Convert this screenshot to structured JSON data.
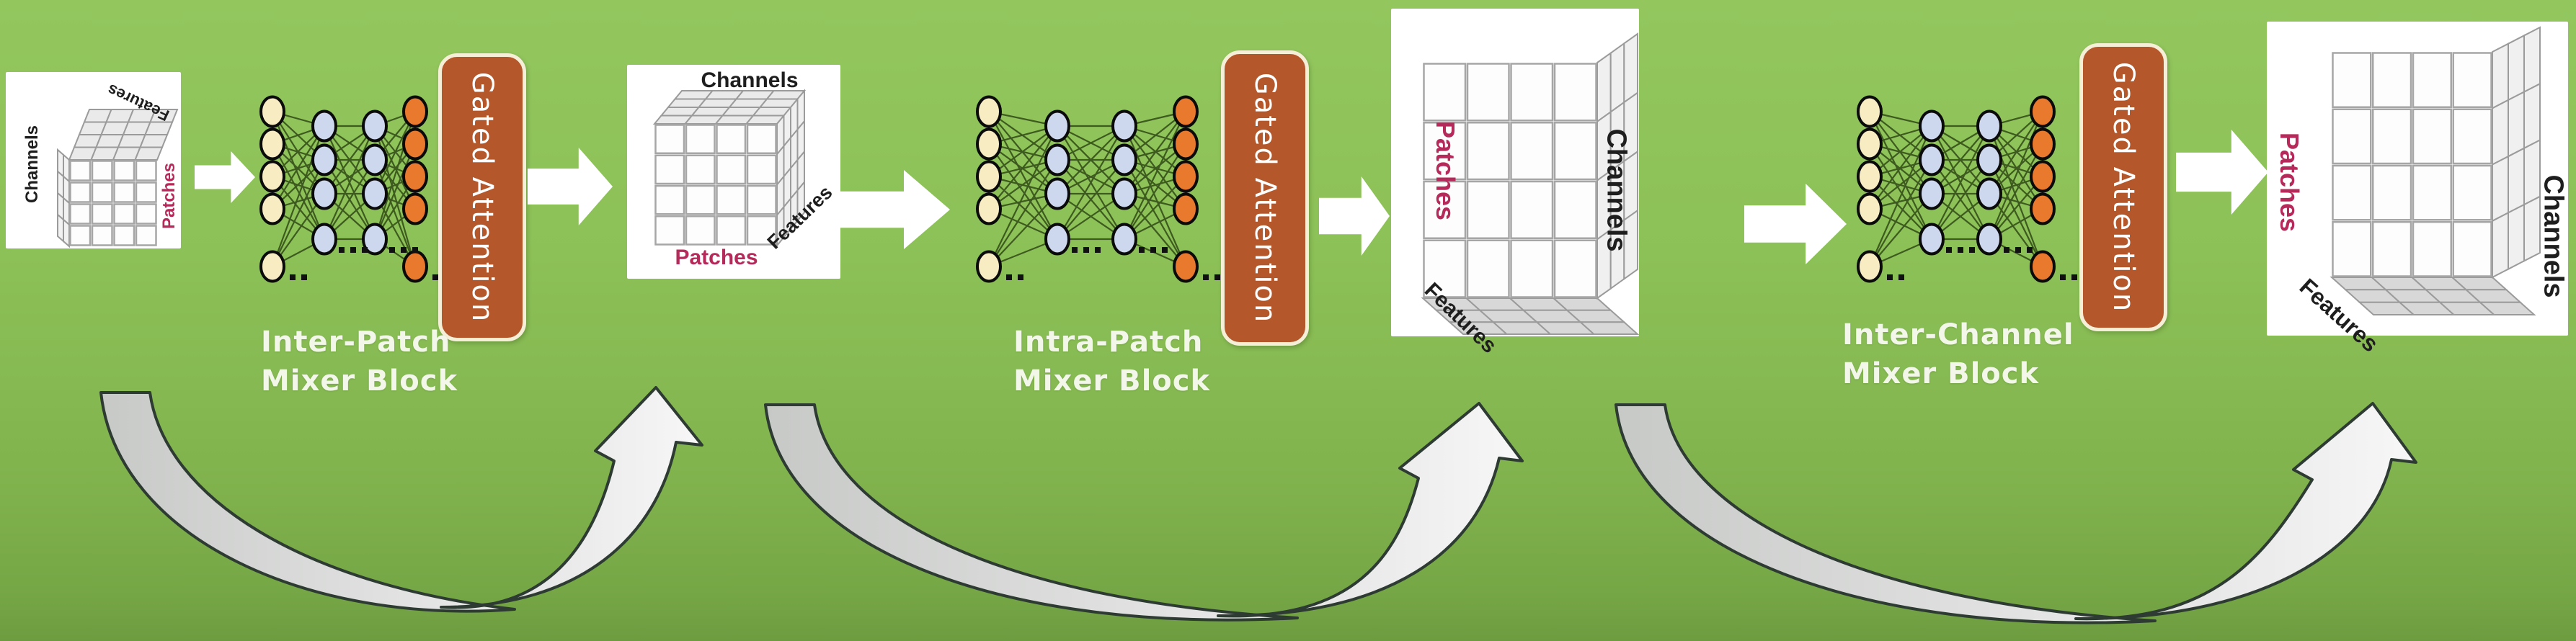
{
  "diagram": {
    "description_labels": {
      "gated_attention": "Gated Attention"
    }
  },
  "gated_attention": {
    "label": "Gated Attention"
  },
  "mixer_blocks": [
    {
      "line1": "Inter-Patch",
      "line2": "Mixer Block"
    },
    {
      "line1": "Intra-Patch",
      "line2": "Mixer Block"
    },
    {
      "line1": "Inter-Channel",
      "line2": "Mixer Block"
    }
  ],
  "cards": [
    {
      "name": "input-tensor",
      "axes": {
        "left": "Channels",
        "top": "Features",
        "right": "Patches"
      }
    },
    {
      "name": "tensor-after-inter-patch",
      "axes": {
        "top": "Channels",
        "bottom": "Patches",
        "diagonal": "Features"
      }
    },
    {
      "name": "tensor-after-intra-patch",
      "axes": {
        "left": "Patches",
        "right": "Channels",
        "diagonal": "Features"
      }
    },
    {
      "name": "output-tensor",
      "axes": {
        "left": "Patches",
        "right": "Channels",
        "diagonal": "Features"
      }
    }
  ],
  "colors": {
    "background_top": "#93c75e",
    "background_bottom": "#6d9c40",
    "card_white": "#ffffff",
    "gated_fill": "#b4572b",
    "gated_border": "#f6efd7",
    "gated_text": "#ffffff",
    "mixer_label_text": "#f2f7e9",
    "patches_text": "#b52a5a",
    "axis_text": "#1e1e1e",
    "flow_arrow": "#ffffff",
    "swoosh_fill_dark": "#c7c9c7",
    "swoosh_fill_light": "#f7f7f7",
    "swoosh_stroke": "#2d3b33",
    "nn_input": "#f8ecc3",
    "nn_hidden": "#cdd8ef",
    "nn_output": "#e8792d",
    "nn_node_stroke": "#0b0b0b",
    "nn_edge": "#3d5a1f"
  }
}
